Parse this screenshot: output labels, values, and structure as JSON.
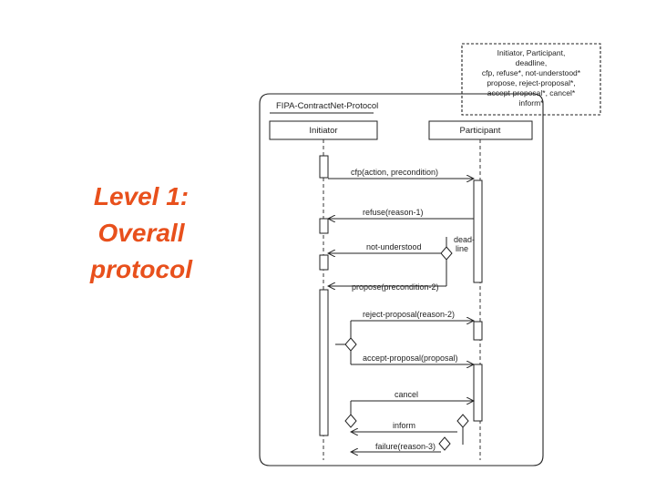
{
  "slide": {
    "title_lines": [
      "Level 1:",
      "Overall",
      "protocol"
    ]
  },
  "diagram": {
    "note_lines": [
      "Initiator, Participant,",
      "deadline,",
      "cfp, refuse*, not-understood*",
      "propose, reject-proposal*,",
      "accept-proposal*, cancel*",
      "inform*"
    ],
    "frame_title": "FIPA-ContractNet-Protocol",
    "initiator_label": "Initiator",
    "participant_label": "Participant",
    "deadline_label": [
      "dead-",
      "line"
    ],
    "messages": {
      "cfp": "cfp(action, precondition)",
      "refuse": "refuse(reason-1)",
      "not_understood": "not-understood",
      "propose": "propose(precondition-2)",
      "reject_proposal": "reject-proposal(reason-2)",
      "accept_proposal": "accept-proposal(proposal)",
      "cancel": "cancel",
      "inform": "inform",
      "failure": "failure(reason-3)"
    }
  },
  "colors": {
    "title": "#e8501c",
    "line": "#222222",
    "activation_fill": "#ffffff",
    "diamond_fill": "#ffffff"
  }
}
